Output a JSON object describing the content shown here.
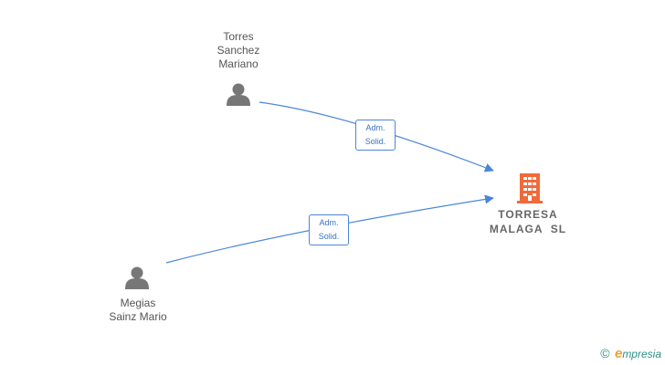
{
  "nodes": {
    "person1": {
      "name_lines": [
        "Torres",
        "Sanchez",
        "Mariano"
      ],
      "icon": "person-icon"
    },
    "person2": {
      "name_lines": [
        "Megias",
        "Sainz Mario"
      ],
      "icon": "person-icon"
    },
    "company": {
      "name_lines": [
        "TORRESA",
        "MALAGA  SL"
      ],
      "icon": "building-icon"
    }
  },
  "edges": [
    {
      "from": "person1",
      "to": "company",
      "label_lines": [
        "Adm.",
        "Solid."
      ]
    },
    {
      "from": "person2",
      "to": "company",
      "label_lines": [
        "Adm.",
        "Solid."
      ]
    }
  ],
  "colors": {
    "edge": "#4a86d8",
    "person_icon": "#777777",
    "company_icon": "#f06a3a",
    "brand_e": "#f0a030",
    "brand": "#2a8f8a"
  },
  "footer": {
    "copyright_symbol": "©",
    "brand_initial": "e",
    "brand_rest": "mpresia"
  }
}
